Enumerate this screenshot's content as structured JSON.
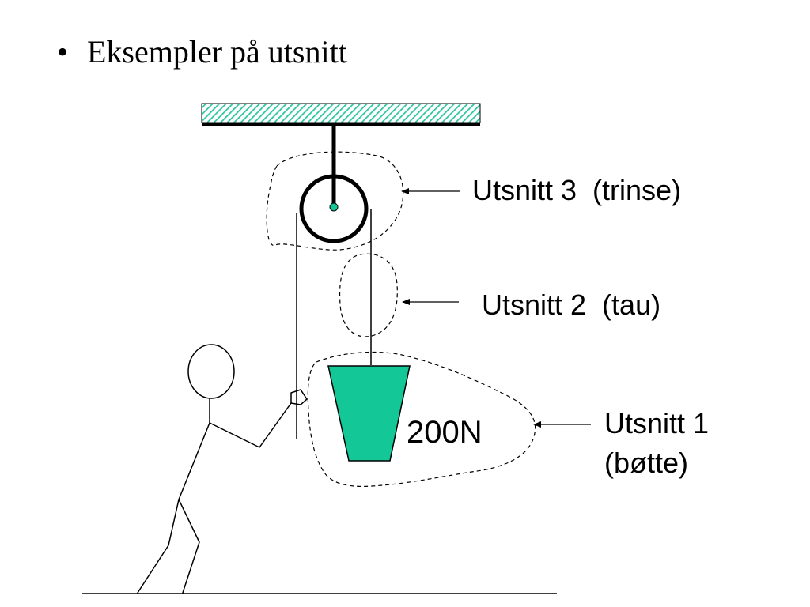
{
  "slide": {
    "bullet": "•",
    "title": "Eksempler på utsnitt"
  },
  "diagram": {
    "weight_label": "200N",
    "callouts": [
      {
        "id": "utsnitt-3",
        "lines": [
          "Utsnitt 3  (trinse)"
        ]
      },
      {
        "id": "utsnitt-2",
        "lines": [
          "Utsnitt 2  (tau)"
        ]
      },
      {
        "id": "utsnitt-1",
        "lines": [
          "Utsnitt 1",
          "(bøtte)"
        ]
      }
    ],
    "colors": {
      "ceiling_hatch": "#2ec4a0",
      "bucket_fill": "#13c796",
      "pulley_center": "#13c796",
      "stroke": "#000000"
    }
  }
}
